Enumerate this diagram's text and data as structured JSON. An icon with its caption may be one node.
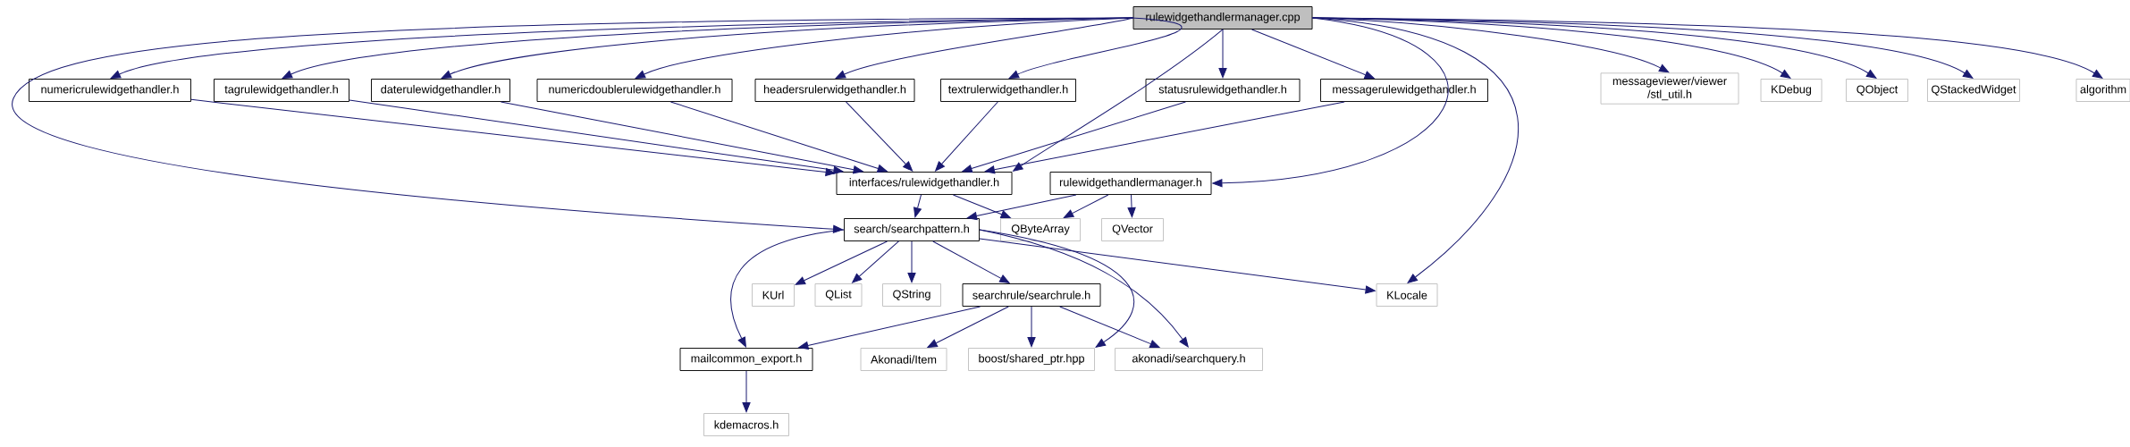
{
  "diagram": {
    "nodes": [
      {
        "text": [
          "rulewidgethandlermanager.cpp"
        ]
      },
      {
        "text": [
          "numericrulewidgethandler.h"
        ]
      },
      {
        "text": [
          "tagrulewidgethandler.h"
        ]
      },
      {
        "text": [
          "daterulewidgethandler.h"
        ]
      },
      {
        "text": [
          "numericdoublerulewidgethandler.h"
        ]
      },
      {
        "text": [
          "headersrulerwidgethandler.h"
        ]
      },
      {
        "text": [
          "textrulerwidgethandler.h"
        ]
      },
      {
        "text": [
          "statusrulewidgethandler.h"
        ]
      },
      {
        "text": [
          "messagerulewidgethandler.h"
        ]
      },
      {
        "text": [
          "messageviewer/viewer /stl_util.h"
        ]
      },
      {
        "text": [
          "KDebug"
        ]
      },
      {
        "text": [
          "QObject"
        ]
      },
      {
        "text": [
          "QStackedWidget"
        ]
      },
      {
        "text": [
          "algorithm"
        ]
      },
      {
        "text": [
          "interfaces/rulewidgethandler.h"
        ]
      },
      {
        "text": [
          "rulewidgethandlermanager.h"
        ]
      },
      {
        "text": [
          "search/searchpattern.h"
        ]
      },
      {
        "text": [
          "QByteArray"
        ]
      },
      {
        "text": [
          "QVector"
        ]
      },
      {
        "text": [
          "KUrl"
        ]
      },
      {
        "text": [
          "QList"
        ]
      },
      {
        "text": [
          "QString"
        ]
      },
      {
        "text": [
          "searchrule/searchrule.h"
        ]
      },
      {
        "text": [
          "KLocale"
        ]
      },
      {
        "text": [
          "mailcommon_export.h"
        ]
      },
      {
        "text": [
          "Akonadi/Item"
        ]
      },
      {
        "text": [
          "boost/shared_ptr.hpp"
        ]
      },
      {
        "text": [
          "akonadi/searchquery.h"
        ]
      },
      {
        "text": [
          "kdemacros.h"
        ]
      }
    ],
    "edges": [
      {
        "from": 0,
        "to": 1,
        "arrow": "to"
      },
      {
        "from": 0,
        "to": 2,
        "arrow": "to"
      },
      {
        "from": 0,
        "to": 3,
        "arrow": "to"
      },
      {
        "from": 0,
        "to": 4,
        "arrow": "to"
      },
      {
        "from": 0,
        "to": 5,
        "arrow": "to"
      },
      {
        "from": 0,
        "to": 6,
        "arrow": "to"
      },
      {
        "from": 0,
        "to": 7,
        "arrow": "to"
      },
      {
        "from": 0,
        "to": 8,
        "arrow": "to"
      },
      {
        "from": 0,
        "to": 9,
        "arrow": "to"
      },
      {
        "from": 0,
        "to": 10,
        "arrow": "to"
      },
      {
        "from": 0,
        "to": 11,
        "arrow": "to"
      },
      {
        "from": 0,
        "to": 12,
        "arrow": "to"
      },
      {
        "from": 0,
        "to": 13,
        "arrow": "to"
      },
      {
        "from": 0,
        "to": 14,
        "arrow": "to"
      },
      {
        "from": 0,
        "to": 15,
        "arrow": "to"
      },
      {
        "from": 0,
        "to": 16,
        "arrow": "to"
      },
      {
        "from": 0,
        "to": 23,
        "arrow": "to"
      },
      {
        "from": 1,
        "to": 14,
        "arrow": "to"
      },
      {
        "from": 2,
        "to": 14,
        "arrow": "to"
      },
      {
        "from": 3,
        "to": 14,
        "arrow": "to"
      },
      {
        "from": 4,
        "to": 14,
        "arrow": "to"
      },
      {
        "from": 5,
        "to": 14,
        "arrow": "to"
      },
      {
        "from": 6,
        "to": 14,
        "arrow": "to"
      },
      {
        "from": 7,
        "to": 14,
        "arrow": "to"
      },
      {
        "from": 8,
        "to": 14,
        "arrow": "to"
      },
      {
        "from": 14,
        "to": 16,
        "arrow": "to"
      },
      {
        "from": 14,
        "to": 17,
        "arrow": "to"
      },
      {
        "from": 15,
        "to": 16,
        "arrow": "to"
      },
      {
        "from": 15,
        "to": 17,
        "arrow": "to"
      },
      {
        "from": 15,
        "to": 18,
        "arrow": "to"
      },
      {
        "from": 16,
        "to": 19,
        "arrow": "to"
      },
      {
        "from": 16,
        "to": 20,
        "arrow": "to"
      },
      {
        "from": 16,
        "to": 21,
        "arrow": "to"
      },
      {
        "from": 16,
        "to": 22,
        "arrow": "to"
      },
      {
        "from": 16,
        "to": 24,
        "arrow": "to"
      },
      {
        "from": 16,
        "to": 26,
        "arrow": "to"
      },
      {
        "from": 16,
        "to": 27,
        "arrow": "to"
      },
      {
        "from": 16,
        "to": 23,
        "arrow": "to"
      },
      {
        "from": 22,
        "to": 24,
        "arrow": "to"
      },
      {
        "from": 22,
        "to": 25,
        "arrow": "to"
      },
      {
        "from": 22,
        "to": 26,
        "arrow": "to"
      },
      {
        "from": 22,
        "to": 27,
        "arrow": "to"
      },
      {
        "from": 24,
        "to": 28,
        "arrow": "to"
      }
    ]
  }
}
